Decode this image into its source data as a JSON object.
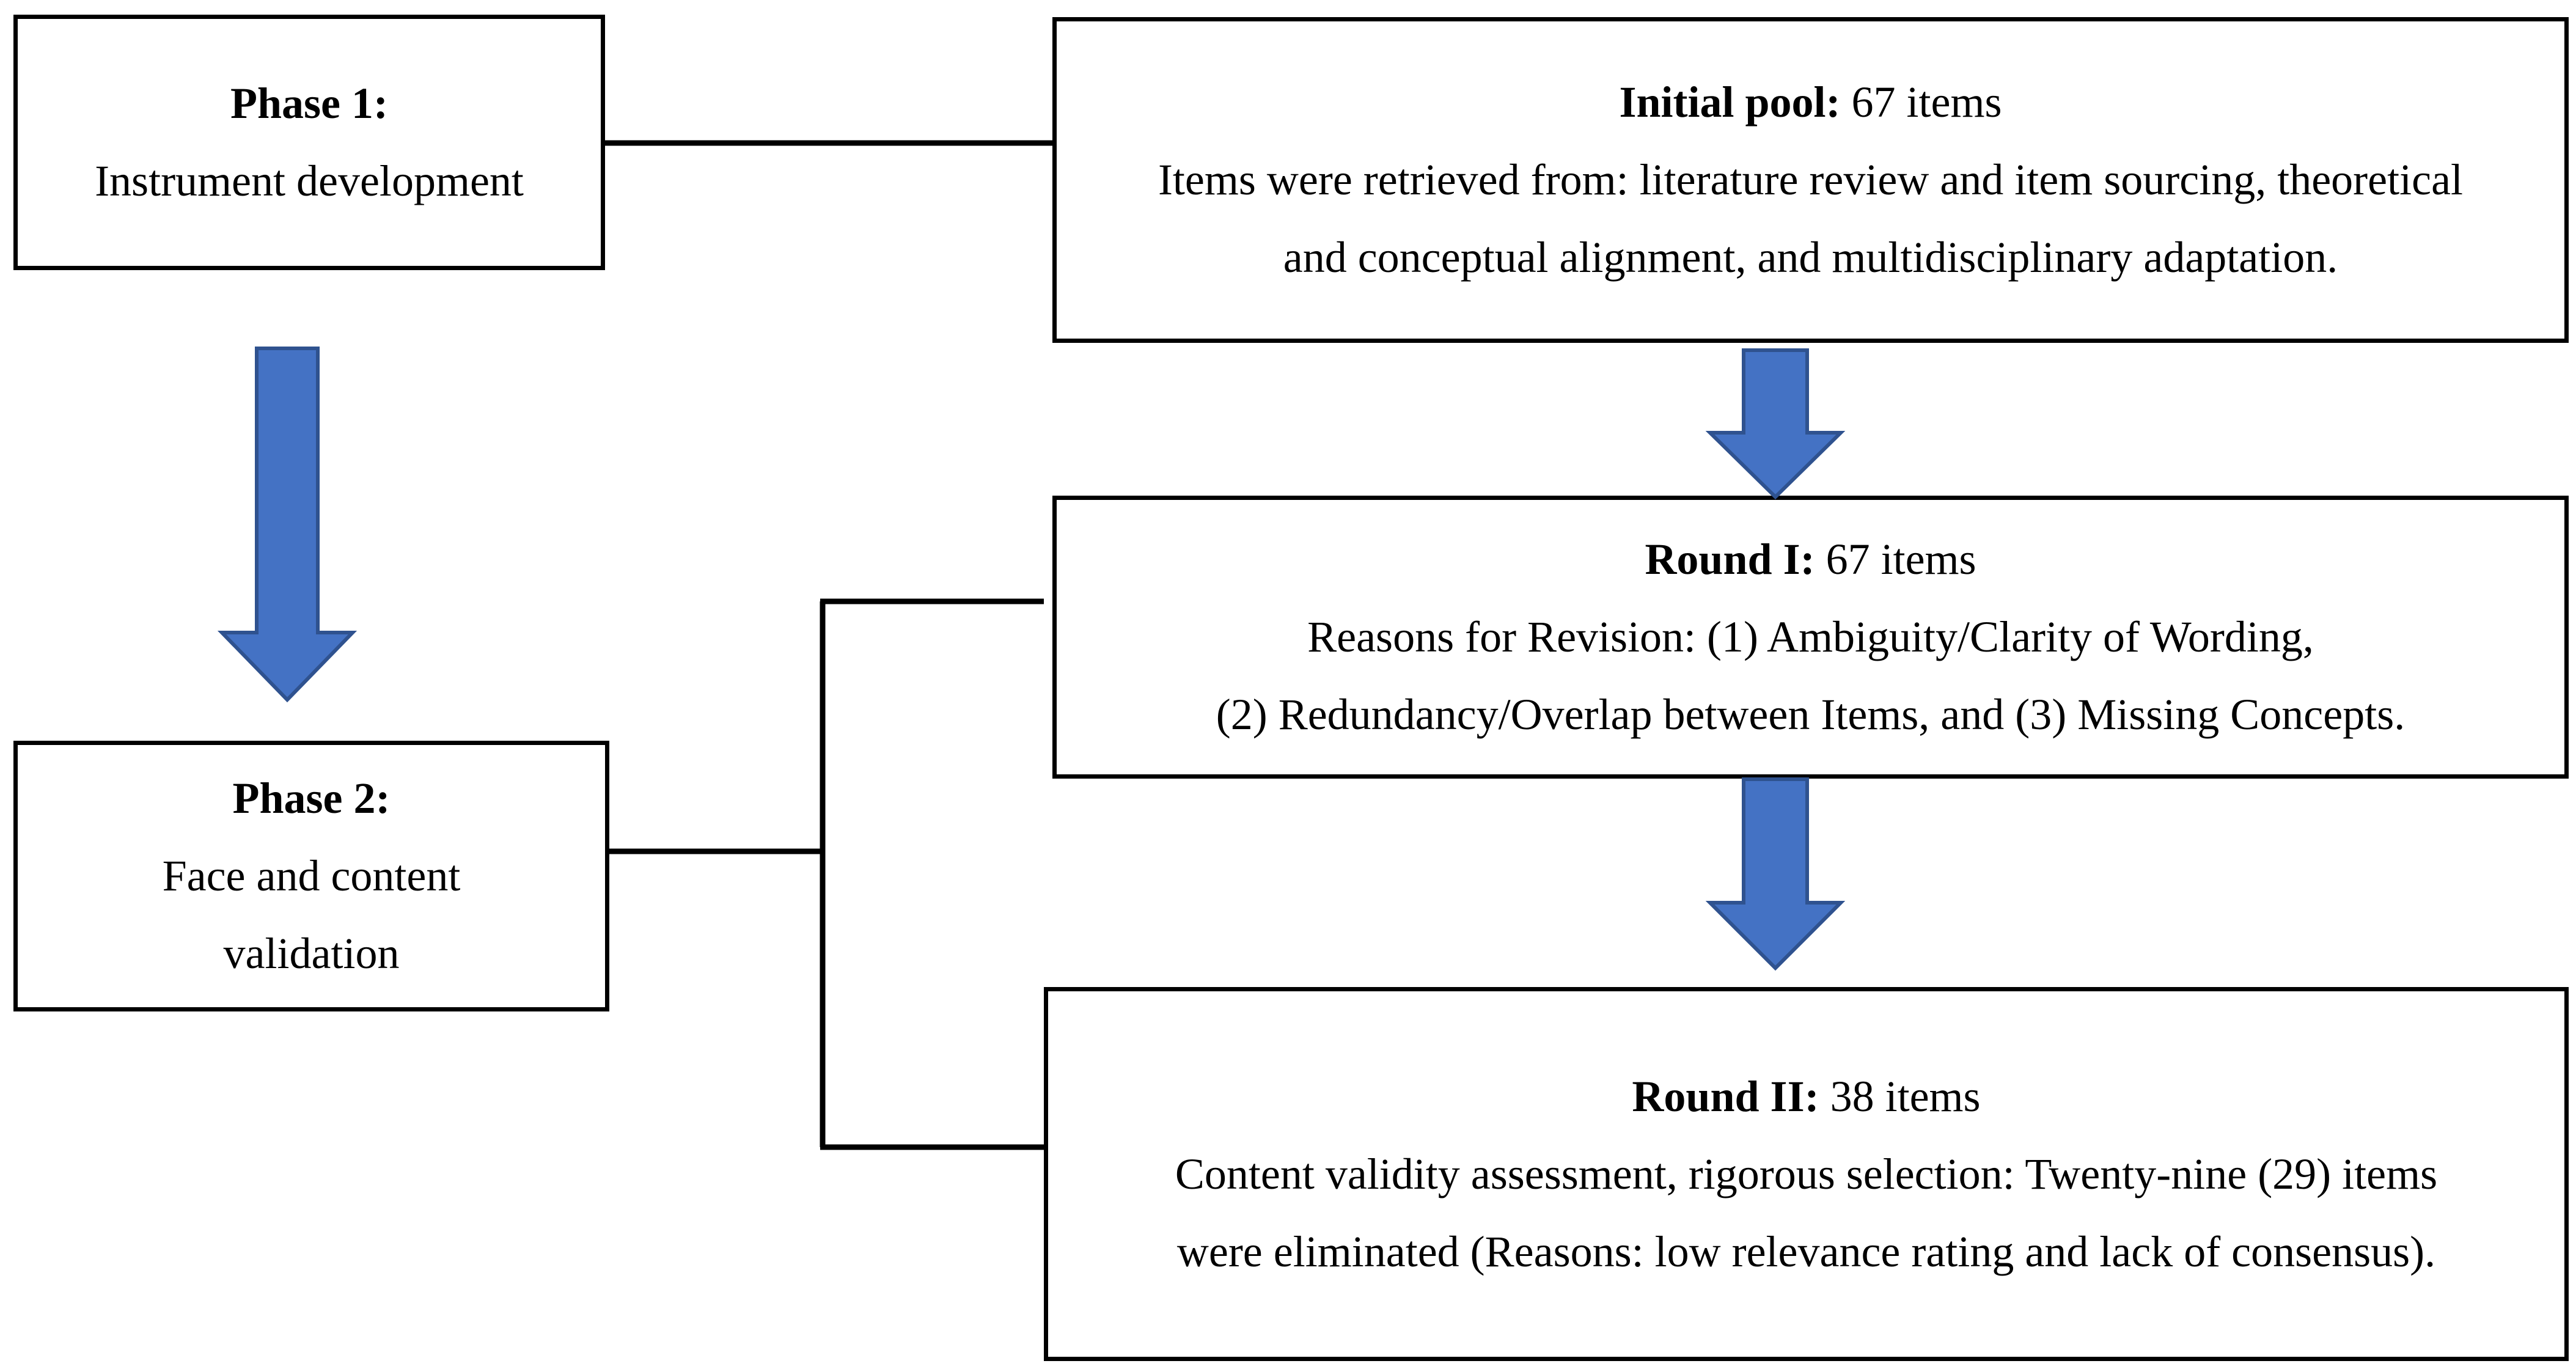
{
  "phase1": {
    "title": "Phase 1:",
    "subtitle": "Instrument development"
  },
  "phase2": {
    "title": "Phase 2:",
    "lines": [
      "Face and content",
      "validation"
    ]
  },
  "initial_pool": {
    "heading": "Initial pool:",
    "count": " 67 items",
    "lines": [
      "Items were retrieved from: literature review and item sourcing, theoretical",
      "and conceptual alignment, and multidisciplinary adaptation."
    ]
  },
  "round1": {
    "heading": "Round I:",
    "count": " 67 items",
    "lines": [
      "Reasons for Revision: (1) Ambiguity/Clarity of Wording,",
      "(2) Redundancy/Overlap between Items, and (3) Missing Concepts."
    ]
  },
  "round2": {
    "heading": "Round II:",
    "count": " 38 items",
    "lines": [
      "Content validity assessment, rigorous selection: Twenty-nine (29) items",
      "were eliminated (Reasons: low relevance rating and lack of consensus)."
    ]
  },
  "colors": {
    "arrow_fill": "#4472C4",
    "arrow_stroke": "#2F528F",
    "border": "#000000"
  }
}
